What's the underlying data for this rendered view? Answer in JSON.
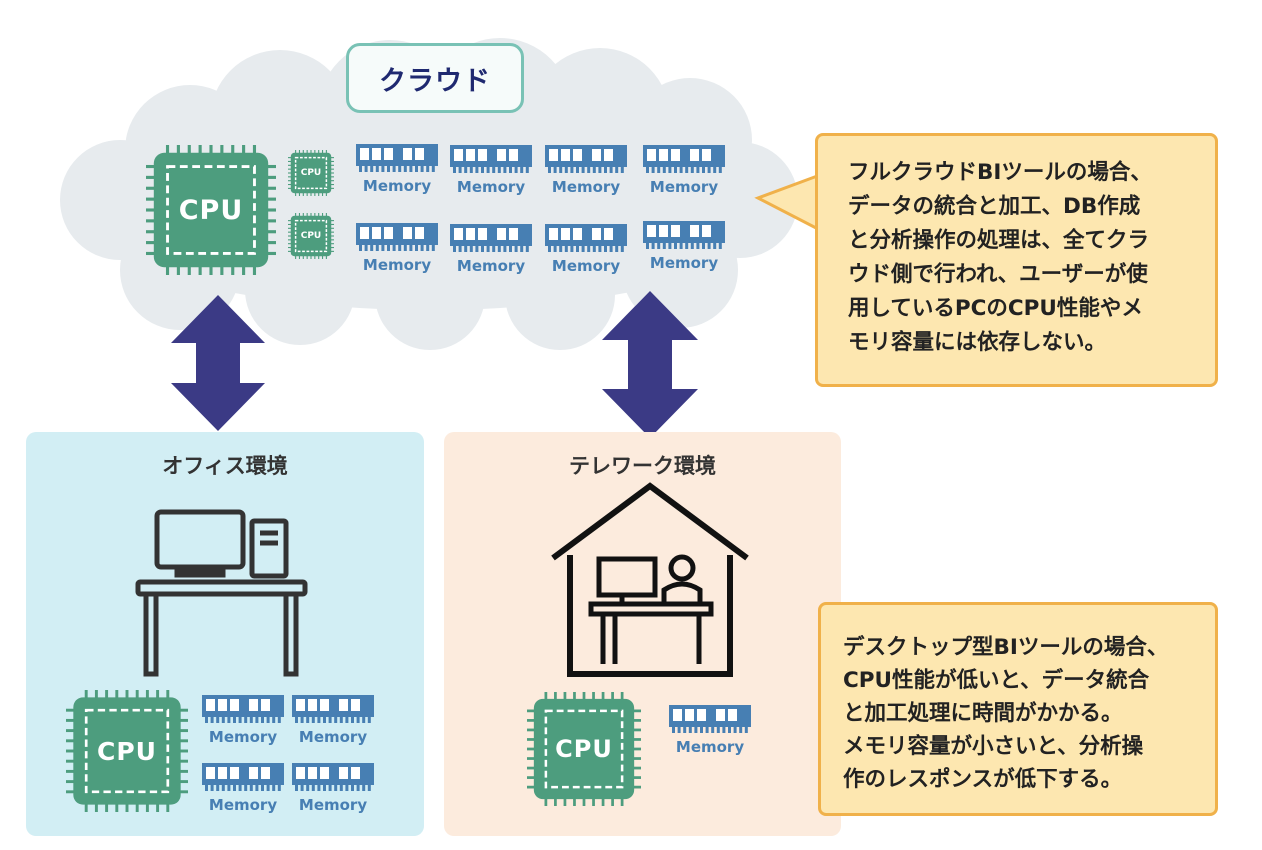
{
  "cloud": {
    "title": "クラウド",
    "cpu_label": "CPU",
    "small_cpu_label": "CPU",
    "memory_label": "Memory"
  },
  "callout_cloud": {
    "lines": [
      "フルクラウドBIツールの場合、",
      "データの統合と加工、DB作成",
      "と分析操作の処理は、全てクラ",
      "ウド側で行われ、ユーザーが使",
      "用しているPCのCPU性能やメ",
      "モリ容量には依存しない。"
    ]
  },
  "office": {
    "title": "オフィス環境",
    "cpu_label": "CPU",
    "memory_label": "Memory"
  },
  "telework": {
    "title": "テレワーク環境",
    "cpu_label": "CPU",
    "memory_label": "Memory"
  },
  "callout_desktop": {
    "lines": [
      "デスクトップ型BIツールの場合、",
      "CPU性能が低いと、データ統合",
      "と加工処理に時間がかかる。",
      "メモリ容量が小さいと、分析操",
      "作のレスポンスが低下する。"
    ]
  },
  "colors": {
    "cloud_fill": "#e7ebee",
    "cpu_green": "#4d9d7e",
    "memory_blue": "#477fb3",
    "arrow_navy": "#3b3a85",
    "callout_fill": "#fde7b0",
    "callout_border": "#f0b14a",
    "office_bg": "#d2eef4",
    "telework_bg": "#fcebdd"
  }
}
